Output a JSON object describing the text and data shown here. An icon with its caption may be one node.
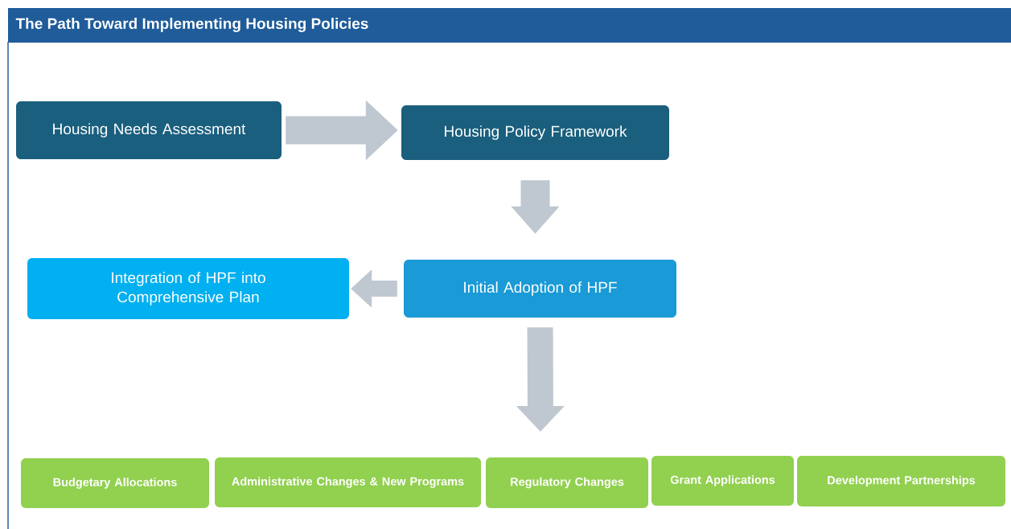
{
  "diagram": {
    "title": "The Path Toward Implementing Housing Policies",
    "nodes": [
      {
        "text": [
          "Housing Needs Assessment"
        ]
      },
      {
        "text": [
          "Housing Policy Framework"
        ]
      },
      {
        "text": [
          "Initial  Adoption of HPF"
        ]
      },
      {
        "text": [
          "Integration of HPF into Comprehensive Plan"
        ]
      },
      {
        "text": [
          "Budgetary Allocations"
        ]
      },
      {
        "text": [
          "Administrative Changes & New Programs"
        ]
      },
      {
        "text": [
          "Regulatory Changes"
        ]
      },
      {
        "text": [
          "Grant Applications"
        ]
      },
      {
        "text": [
          "Development  Partnerships"
        ]
      }
    ],
    "edges": [
      {
        "from": 0,
        "to": 1,
        "arrow": "to"
      },
      {
        "from": 1,
        "to": 2,
        "arrow": "to"
      },
      {
        "from": 2,
        "to": 3,
        "arrow": "to"
      },
      {
        "from": 2,
        "to": null,
        "arrow": "to"
      }
    ]
  }
}
